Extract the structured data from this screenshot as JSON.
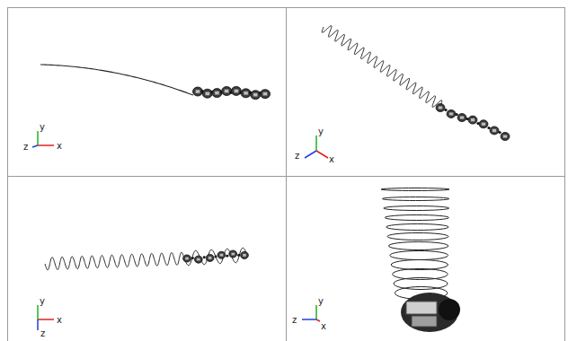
{
  "diagram": {
    "labels": [
      "y",
      "z",
      "x",
      "y",
      "z",
      "x",
      "y",
      "x",
      "z",
      "y",
      "z",
      "x"
    ]
  }
}
